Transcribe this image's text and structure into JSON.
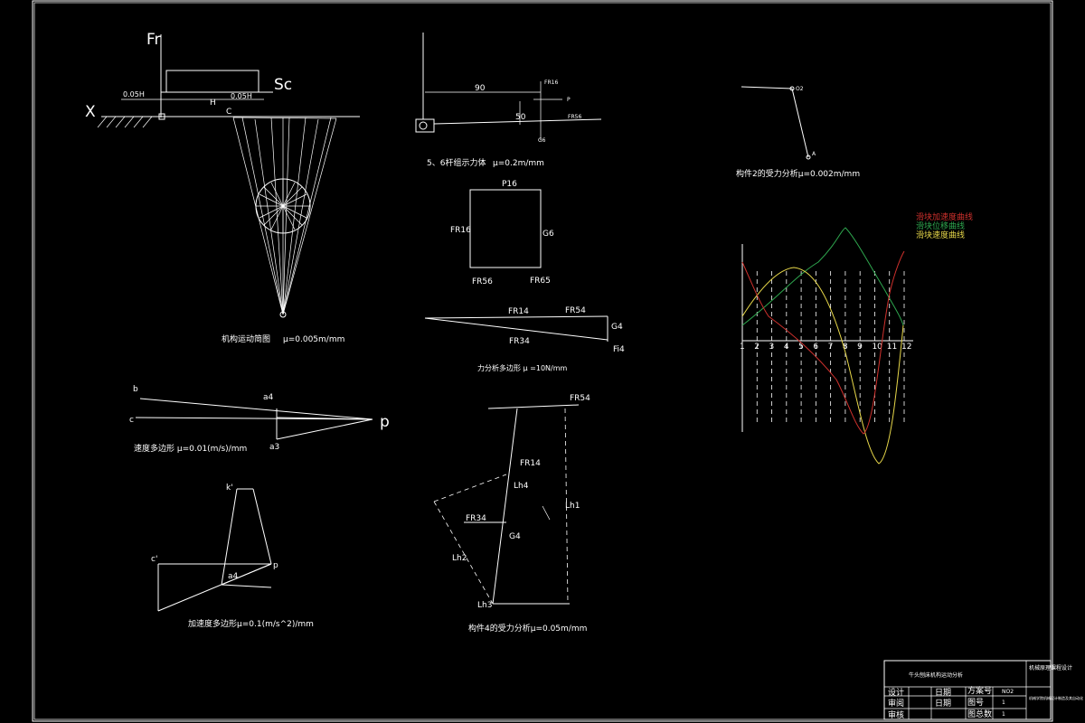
{
  "mechanism": {
    "f_label": "Fr",
    "s_label": "Sc",
    "x_label": "X",
    "h_label": "H",
    "left_dim": "0.05H",
    "right_dim": "0.05H",
    "c_label": "C",
    "caption": "机构运动简图",
    "scale": "μ=0.005m/mm"
  },
  "link56": {
    "dim_90": "90",
    "dim_50": "50",
    "caption": "5、6杆组示力体",
    "scale": "μ=0.2m/mm",
    "lbl_top": "FR16",
    "lbl_p": "P",
    "lbl_g": "G6",
    "lbl_fr": "FR56"
  },
  "link2": {
    "caption": "构件2的受力分析μ=0.002m/mm",
    "lbl_o": "O2",
    "lbl_a": "A"
  },
  "force_square": {
    "top": "P16",
    "left": "FR16",
    "right": "G6",
    "bottom_left": "FR56",
    "bottom_right": "FR65"
  },
  "force_polygon": {
    "fr14": "FR14",
    "fr54": "FR54",
    "fr34": "FR34",
    "g4": "G4",
    "fi4": "Fi4",
    "caption": "力分析多边形 μ =10N/mm"
  },
  "velocity": {
    "b": "b",
    "c": "c",
    "a4": "a4",
    "a3": "a3",
    "p": "p",
    "caption": "速度多边形 μ=0.01(m/s)/mm"
  },
  "acceleration": {
    "k": "k'",
    "c": "c'",
    "a4": "a4",
    "p": "p",
    "caption": "加速度多边形μ=0.1(m/s^2)/mm"
  },
  "link4": {
    "fr54": "FR54",
    "fr14": "FR14",
    "fr34": "FR34",
    "g4": "G4",
    "lh1": "Lh1",
    "lh2": "Lh2",
    "lh3": "Lh3",
    "lh4": "Lh4",
    "caption": "构件4的受力分析μ=0.05m/mm"
  },
  "chart_data": {
    "type": "line",
    "x": [
      1,
      2,
      3,
      4,
      5,
      6,
      7,
      8,
      9,
      10,
      11,
      12
    ],
    "series": [
      {
        "name": "滑块加速度曲线",
        "color": "#d0312d"
      },
      {
        "name": "滑块位移曲线",
        "color": "#2fa84f"
      },
      {
        "name": "滑块速度曲线",
        "color": "#e8d84a"
      }
    ]
  },
  "title_block": {
    "project": "牛头刨床机构运动分析",
    "design": "设计",
    "check": "审阅",
    "approve": "审核",
    "date1": "日期",
    "date2": "日期",
    "scheme": "方案号",
    "figure_no": "图号",
    "total": "图总数",
    "scheme_val": "NO2",
    "figure_val": "1",
    "total_val": "1",
    "school": "机械原理课程设计",
    "dept": "机械学院机械设计制造及其自动化"
  }
}
